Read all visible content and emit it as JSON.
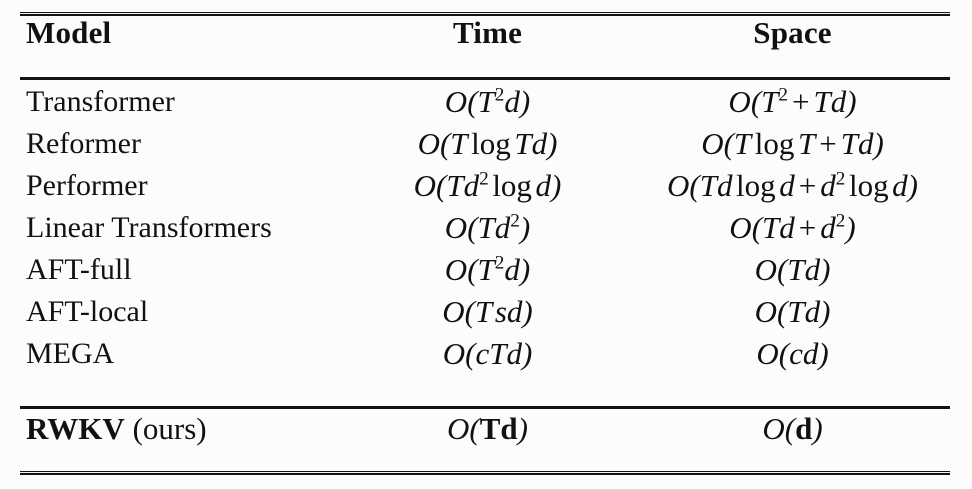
{
  "table": {
    "headers": {
      "model": "Model",
      "time": "Time",
      "space": "Space"
    },
    "rows": [
      {
        "model": "Transformer",
        "time_text": "O(T²d)",
        "space_text": "O(T² + Td)"
      },
      {
        "model": "Reformer",
        "time_text": "O(T log Td)",
        "space_text": "O(T log T + Td)"
      },
      {
        "model": "Performer",
        "time_text": "O(Td² log d)",
        "space_text": "O(Td log d + d² log d)"
      },
      {
        "model": "Linear Transformers",
        "time_text": "O(Td²)",
        "space_text": "O(Td + d²)"
      },
      {
        "model": "AFT-full",
        "time_text": "O(T²d)",
        "space_text": "O(Td)"
      },
      {
        "model": "AFT-local",
        "time_text": "O(Tsd)",
        "space_text": "O(Td)"
      },
      {
        "model": "MEGA",
        "time_text": "O(cTd)",
        "space_text": "O(cd)"
      }
    ],
    "highlight_row": {
      "model_name": "RWKV",
      "model_suffix": " (ours)",
      "time_text": "O(Td)",
      "space_text": "O(d)"
    },
    "colors": {
      "rule": "#141414",
      "text": "#111111",
      "background": "#fcfcfc"
    }
  }
}
